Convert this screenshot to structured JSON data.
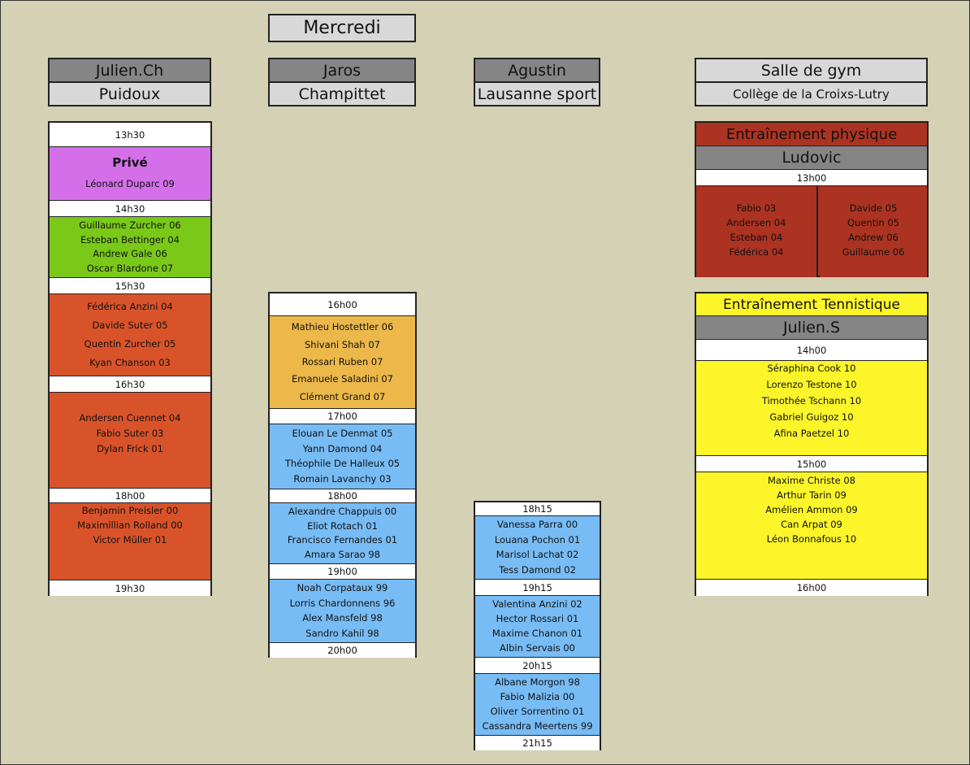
{
  "day": "Mercredi",
  "coaches": {
    "julien_ch": {
      "name": "Julien.Ch",
      "place": "Puidoux"
    },
    "jaros": {
      "name": "Jaros",
      "place": "Champittet"
    },
    "agustin": {
      "name": "Agustin",
      "place": "Lausanne sport"
    },
    "gym": {
      "name": "Salle de gym",
      "place": "Collège de la Croixs-Lutry"
    }
  },
  "col1": {
    "t1": "13h30",
    "prive_title": "Privé",
    "prive_name": "Léonard Duparc 09",
    "t2": "14h30",
    "g2": [
      "Guillaume Zurcher 06",
      "Esteban Bettinger 04",
      "Andrew Gale 06",
      "Oscar Blardone 07"
    ],
    "t3": "15h30",
    "g3": [
      "Fédérica Anzini 04",
      "Davide Suter 05",
      "Quentin Zurcher 05",
      "Kyan Chanson 03"
    ],
    "t4": "16h30",
    "g4": [
      "Andersen Cuennet 04",
      "Fabio Suter 03",
      "Dylan Frick 01"
    ],
    "t5": "18h00",
    "g5": [
      "Benjamin Preisler 00",
      "Maximillian Rolland 00",
      "Victor Müller 01"
    ],
    "t6": "19h30"
  },
  "col2": {
    "t1": "16h00",
    "g1": [
      "Mathieu Hostettler 06",
      "Shivani Shah 07",
      "Rossari Ruben  07",
      "Emanuele Saladini 07",
      "Clément Grand 07"
    ],
    "t2": "17h00",
    "g2": [
      "Elouan Le Denmat 05",
      "Yann Damond 04",
      "Théophile De Halleux 05",
      "Romain Lavanchy 03"
    ],
    "t3": "18h00",
    "g3": [
      "Alexandre Chappuis 00",
      "Eliot Rotach 01",
      "Francisco Fernandes 01",
      "Amara Sarao 98"
    ],
    "t4": "19h00",
    "g4": [
      "Noah Corpataux 99",
      "Lorris Chardonnens 96",
      "Alex Mansfeld 98",
      "Sandro Kahil 98"
    ],
    "t5": "20h00"
  },
  "col3": {
    "t1": "18h15",
    "g1": [
      "Vanessa Parra 00",
      "Louana Pochon 01",
      "Marisol Lachat 02",
      "Tess Damond 02"
    ],
    "t2": "19h15",
    "g2": [
      "Valentina Anzini 02",
      "Hector Rossari 01",
      "Maxime Chanon 01",
      "Albin Servais 00"
    ],
    "t3": "20h15",
    "g3": [
      "Albane Morgon 98",
      "Fabio Malizia 00",
      "Oliver Sorrentino 01",
      "Cassandra Meertens 99"
    ],
    "t4": "21h15"
  },
  "col4": {
    "phys_title": "Entraînement physique",
    "phys_coach": "Ludovic",
    "phys_time": "13h00",
    "phys_left": [
      "Fabio 03",
      "Andersen 04",
      "Esteban  04",
      "Fédérica 04"
    ],
    "phys_right": [
      "Davide 05",
      "Quentin 05",
      "Andrew 06",
      "Guillaume 06"
    ],
    "ten_title": "Entraînement Tennistique",
    "ten_coach": "Julien.S",
    "t1": "14h00",
    "g1": [
      "Séraphina Cook 10",
      "Lorenzo Testone 10",
      "Timothée Tschann 10",
      "Gabriel Guigoz 10",
      "Afina Paetzel 10"
    ],
    "t2": "15h00",
    "g2": [
      "Maxime Christe 08",
      "Arthur Tarin 09",
      "Amélien Ammon 09",
      "Can Arpat 09",
      "Léon Bonnafous 10"
    ],
    "t3": "16h00"
  },
  "colors": {
    "background": "#d5d1b4",
    "header_dark": "#858585",
    "header_light": "#d8d8d8",
    "prive": "#d46fe9",
    "green": "#7ac919",
    "orange_red": "#d9532a",
    "orange": "#ecb84a",
    "blue": "#78bcf5",
    "brick": "#ac3321",
    "yellow": "#fbf52a"
  }
}
